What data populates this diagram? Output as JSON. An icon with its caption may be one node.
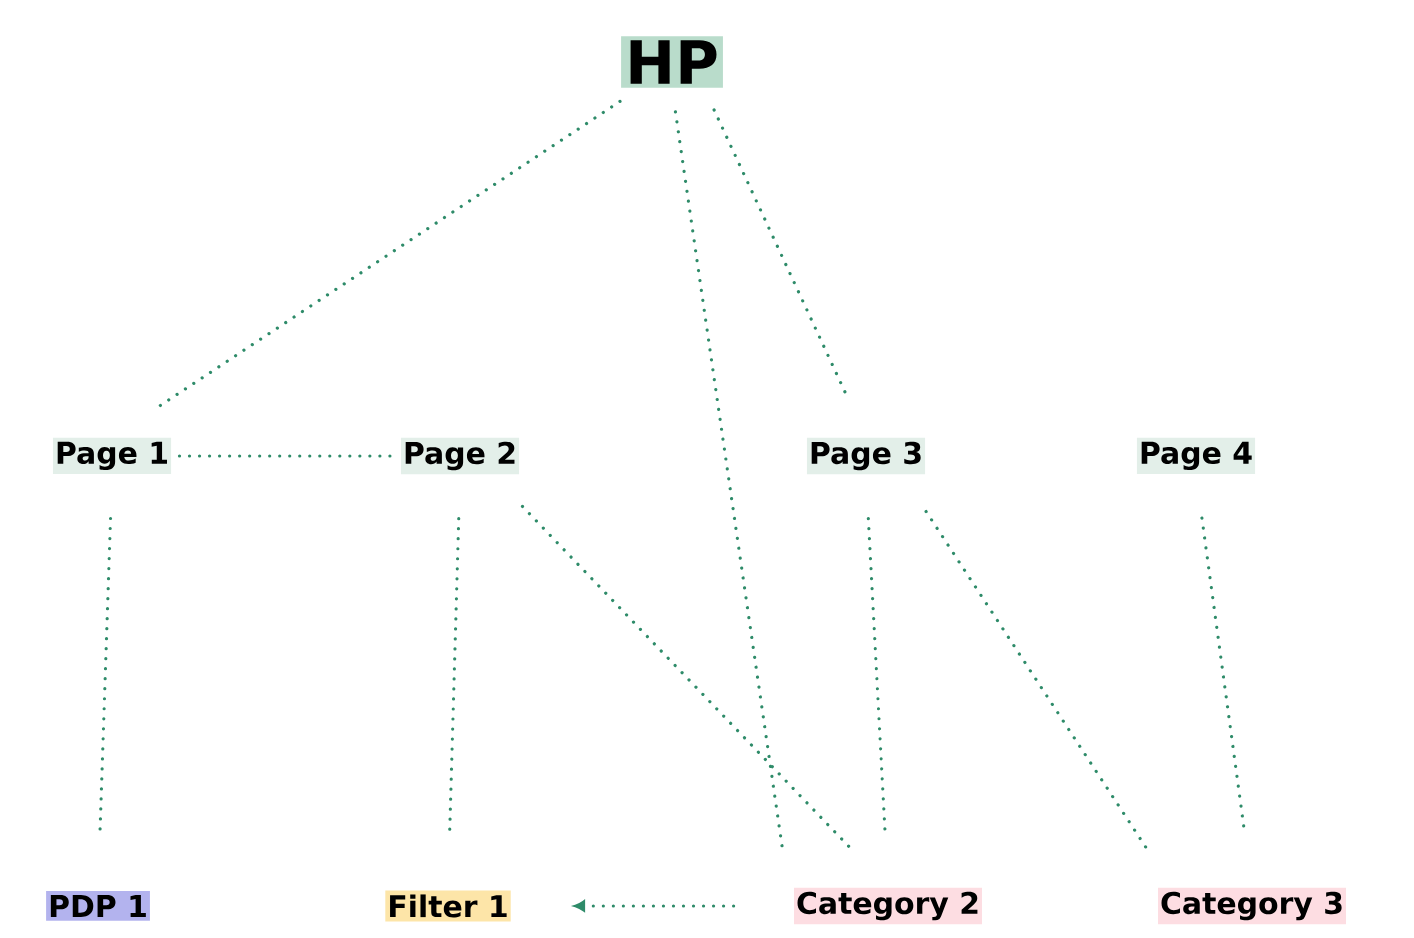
{
  "diagram": {
    "nodes": [
      {
        "text": [
          "HP"
        ]
      },
      {
        "text": [
          "Page 1"
        ]
      },
      {
        "text": [
          "Page 2"
        ]
      },
      {
        "text": [
          "Page 3"
        ]
      },
      {
        "text": [
          "Page 4"
        ]
      },
      {
        "text": [
          "PDP 1"
        ]
      },
      {
        "text": [
          "Filter 1"
        ]
      },
      {
        "text": [
          "Category 2"
        ]
      },
      {
        "text": [
          "Category 3"
        ]
      }
    ],
    "edges": [
      {
        "from": 0,
        "to": 1,
        "arrow": "none"
      },
      {
        "from": 0,
        "to": 7,
        "arrow": "none"
      },
      {
        "from": 0,
        "to": 3,
        "arrow": "none"
      },
      {
        "from": 1,
        "to": 2,
        "arrow": "none"
      },
      {
        "from": 1,
        "to": 5,
        "arrow": "none"
      },
      {
        "from": 2,
        "to": 6,
        "arrow": "none"
      },
      {
        "from": 2,
        "to": 7,
        "arrow": "none"
      },
      {
        "from": 3,
        "to": 7,
        "arrow": "none"
      },
      {
        "from": 3,
        "to": 8,
        "arrow": "none"
      },
      {
        "from": 4,
        "to": 8,
        "arrow": "none"
      },
      {
        "from": 7,
        "to": 6,
        "arrow": "to"
      }
    ]
  }
}
